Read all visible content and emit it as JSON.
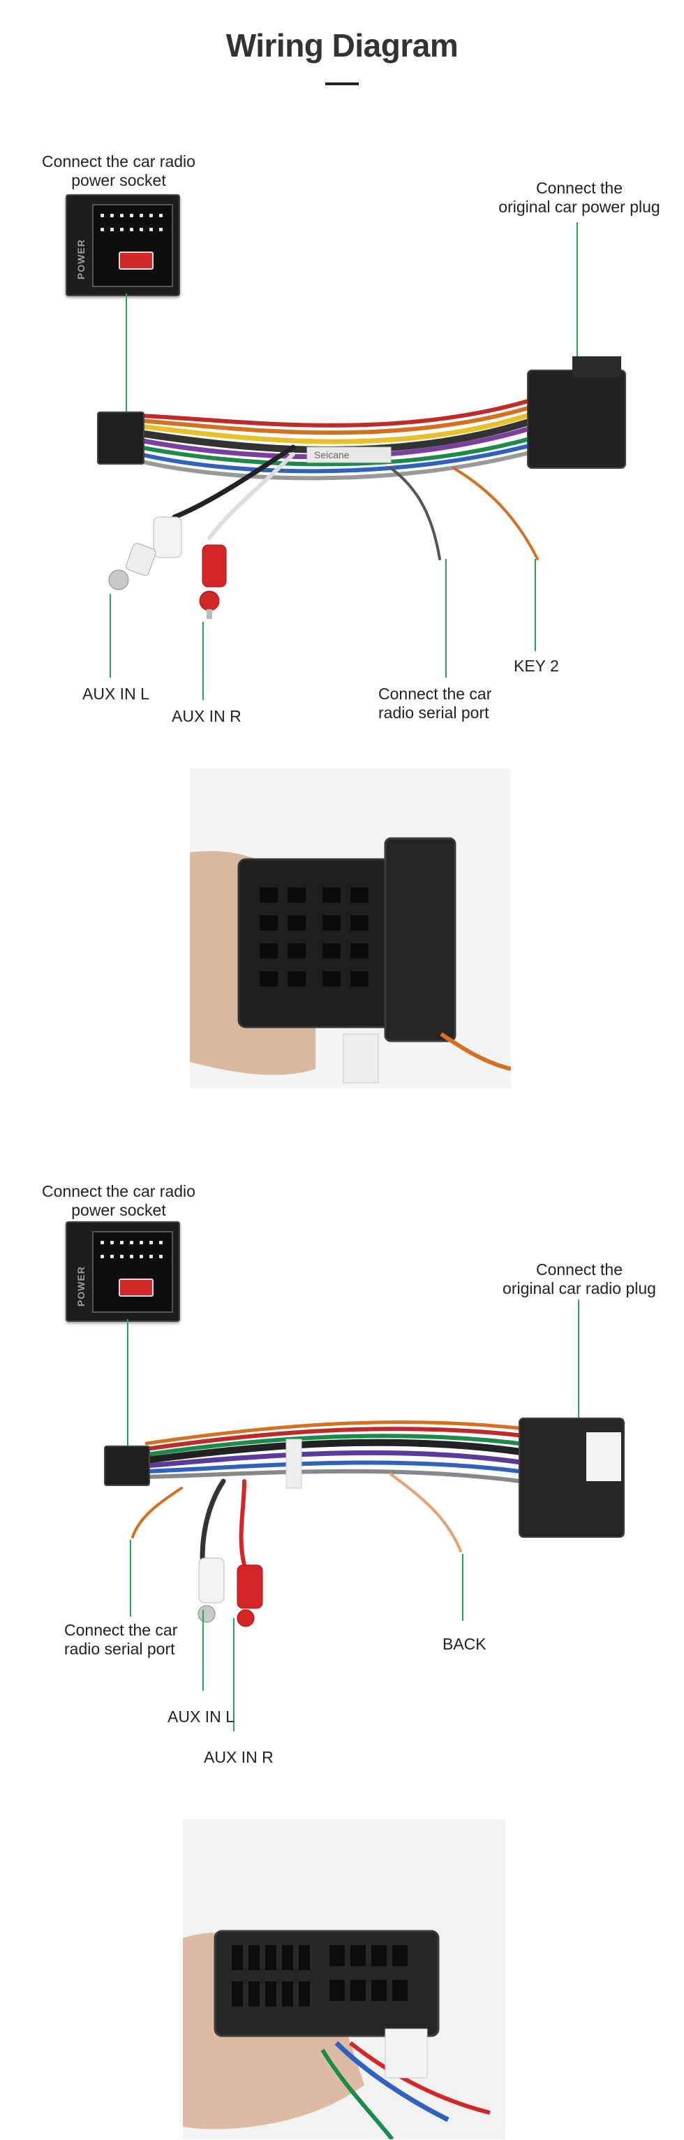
{
  "page": {
    "title": "Wiring Diagram"
  },
  "diagram1": {
    "power_socket_label_line1": "Connect the car radio",
    "power_socket_label_line2": "power socket",
    "power_plug_label_line1": "Connect the",
    "power_plug_label_line2": "original car power plug",
    "aux_l_label": "AUX IN L",
    "aux_r_label": "AUX IN R",
    "serial_label_line1": "Connect the car",
    "serial_label_line2": "radio  serial port",
    "key2_label": "KEY 2",
    "socket_text": "POWER",
    "brand_text": "Seicane"
  },
  "diagram2": {
    "power_socket_label_line1": "Connect the car radio",
    "power_socket_label_line2": "power socket",
    "radio_plug_label_line1": "Connect the",
    "radio_plug_label_line2": "original car radio plug",
    "serial_label_line1": "Connect the car",
    "serial_label_line2": "radio  serial port",
    "back_label": "BACK",
    "aux_l_label": "AUX IN L",
    "aux_r_label": "AUX IN R",
    "socket_text": "POWER"
  },
  "colors": {
    "accent_line": "#2ca25a",
    "title": "#333333"
  }
}
